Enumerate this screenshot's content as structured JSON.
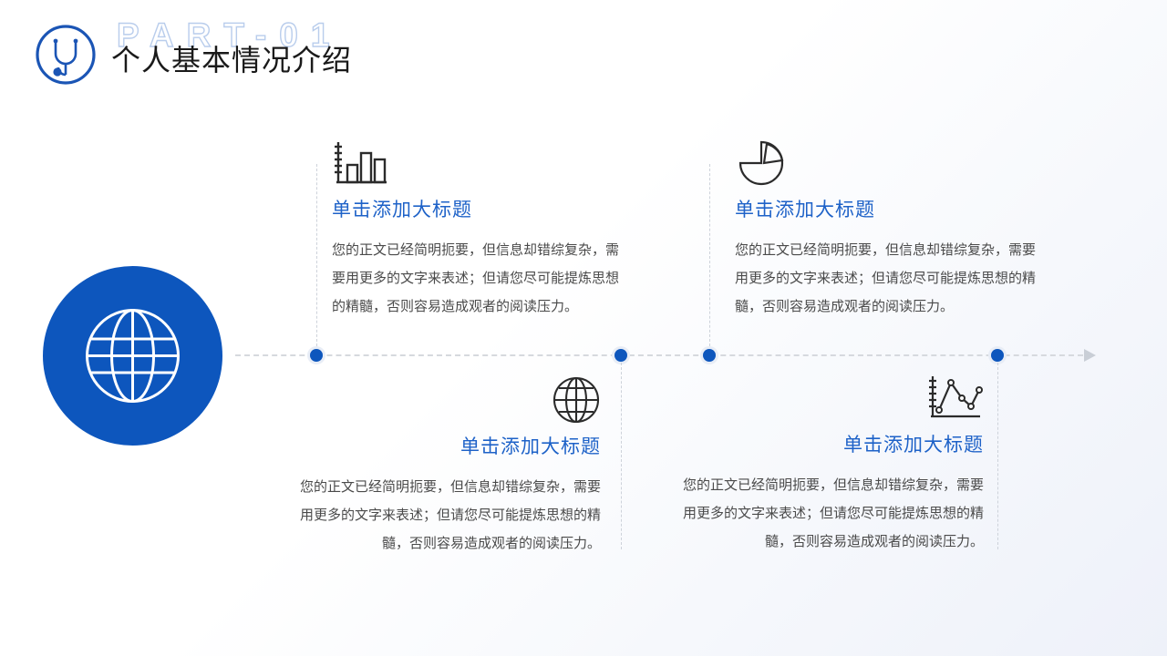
{
  "header": {
    "icon": "stethoscope-icon",
    "part_label": "PART-01",
    "title": "个人基本情况介绍"
  },
  "colors": {
    "brand_blue": "#0d56bd",
    "title_blue": "#1e62c8",
    "outline_blue": "#b9cdec",
    "body_text": "#4a4a4a",
    "line_gray": "#d6d9de"
  },
  "badge": {
    "icon": "globe-icon"
  },
  "timeline": {
    "nodes": 4,
    "arrow": "arrow-right-icon"
  },
  "blocks": [
    {
      "icon": "bar-chart-icon",
      "title": "单击添加大标题",
      "text": "您的正文已经简明扼要，但信息却错综复杂，需要用更多的文字来表述；但请您尽可能提炼思想的精髓，否则容易造成观者的阅读压力。"
    },
    {
      "icon": "pie-chart-icon",
      "title": "单击添加大标题",
      "text": "您的正文已经简明扼要，但信息却错综复杂，需要用更多的文字来表述；但请您尽可能提炼思想的精髓，否则容易造成观者的阅读压力。"
    },
    {
      "icon": "globe-outline-icon",
      "title": "单击添加大标题",
      "text": "您的正文已经简明扼要，但信息却错综复杂，需要用更多的文字来表述；但请您尽可能提炼思想的精髓，否则容易造成观者的阅读压力。"
    },
    {
      "icon": "line-chart-icon",
      "title": "单击添加大标题",
      "text": "您的正文已经简明扼要，但信息却错综复杂，需要用更多的文字来表述；但请您尽可能提炼思想的精髓，否则容易造成观者的阅读压力。"
    }
  ]
}
